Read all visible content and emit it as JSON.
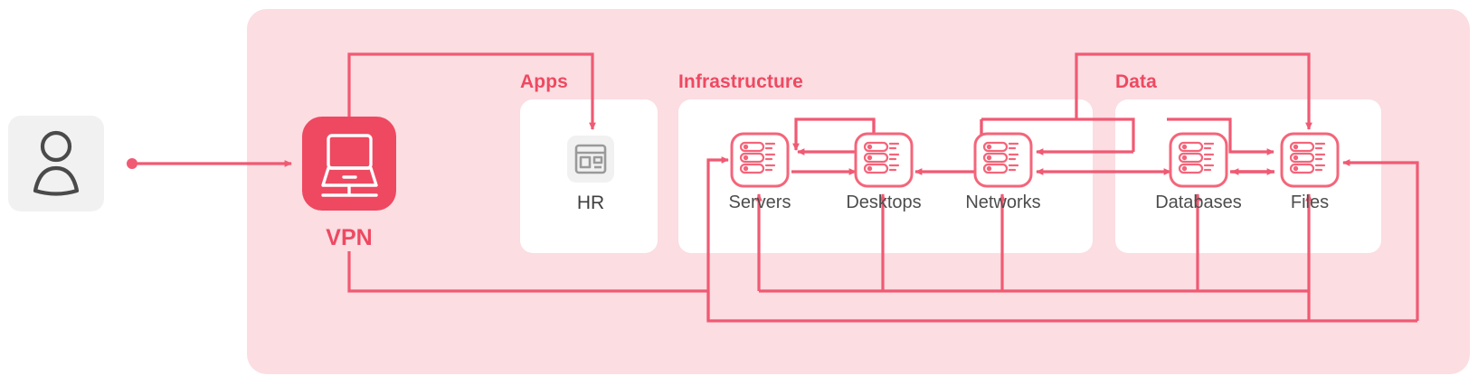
{
  "diagram": {
    "title": "VPN network access topology",
    "colors": {
      "accent": "#ee4961",
      "panel_bg": "#fbdde2",
      "card_bg": "#ffffff",
      "node_stroke": "#f4657a",
      "label_text": "#4d4d4d",
      "icon_tile_bg": "#f1f1f1",
      "user_icon": "#4a4a4a",
      "app_icon": "#9a9a9a"
    },
    "external": {
      "user": {
        "icon": "user-icon",
        "label": ""
      }
    },
    "gateway": {
      "label": "VPN",
      "icon": "laptop-icon"
    },
    "groups": [
      {
        "title": "Apps",
        "nodes": [
          {
            "label": "HR",
            "icon": "dashboard-icon"
          }
        ]
      },
      {
        "title": "Infrastructure",
        "nodes": [
          {
            "label": "Servers",
            "icon": "server-stack-icon"
          },
          {
            "label": "Desktops",
            "icon": "server-stack-icon"
          },
          {
            "label": "Networks",
            "icon": "server-stack-icon"
          }
        ]
      },
      {
        "title": "Data",
        "nodes": [
          {
            "label": "Databases",
            "icon": "server-stack-icon"
          },
          {
            "label": "Files",
            "icon": "server-stack-icon"
          }
        ]
      }
    ],
    "connections": [
      {
        "from": "user",
        "to": "VPN",
        "type": "arrow"
      },
      {
        "from": "VPN",
        "to": "HR",
        "type": "arrow"
      },
      {
        "from": "VPN",
        "to": "Servers",
        "type": "arrow"
      },
      {
        "from": "Desktops",
        "to": "Servers",
        "type": "arrow"
      },
      {
        "from": "Servers",
        "to": "Desktops",
        "type": "arrow"
      },
      {
        "from": "Networks",
        "to": "Desktops",
        "type": "arrow"
      },
      {
        "from": "Desktops",
        "to": "Networks",
        "type": "arrow"
      },
      {
        "from": "Databases",
        "to": "Networks",
        "type": "arrow"
      },
      {
        "from": "Networks",
        "to": "Databases",
        "type": "arrow"
      },
      {
        "from": "Databases",
        "to": "Files",
        "type": "arrow"
      },
      {
        "from": "Files",
        "to": "Databases",
        "type": "arrow"
      },
      {
        "from": "Networks",
        "to": "Files",
        "type": "arrow"
      },
      {
        "from": "VPN",
        "to": "Desktops",
        "type": "arrow"
      },
      {
        "from": "VPN",
        "to": "Networks",
        "type": "arrow"
      },
      {
        "from": "VPN",
        "to": "Databases",
        "type": "arrow"
      },
      {
        "from": "VPN",
        "to": "Files",
        "type": "arrow"
      }
    ]
  }
}
